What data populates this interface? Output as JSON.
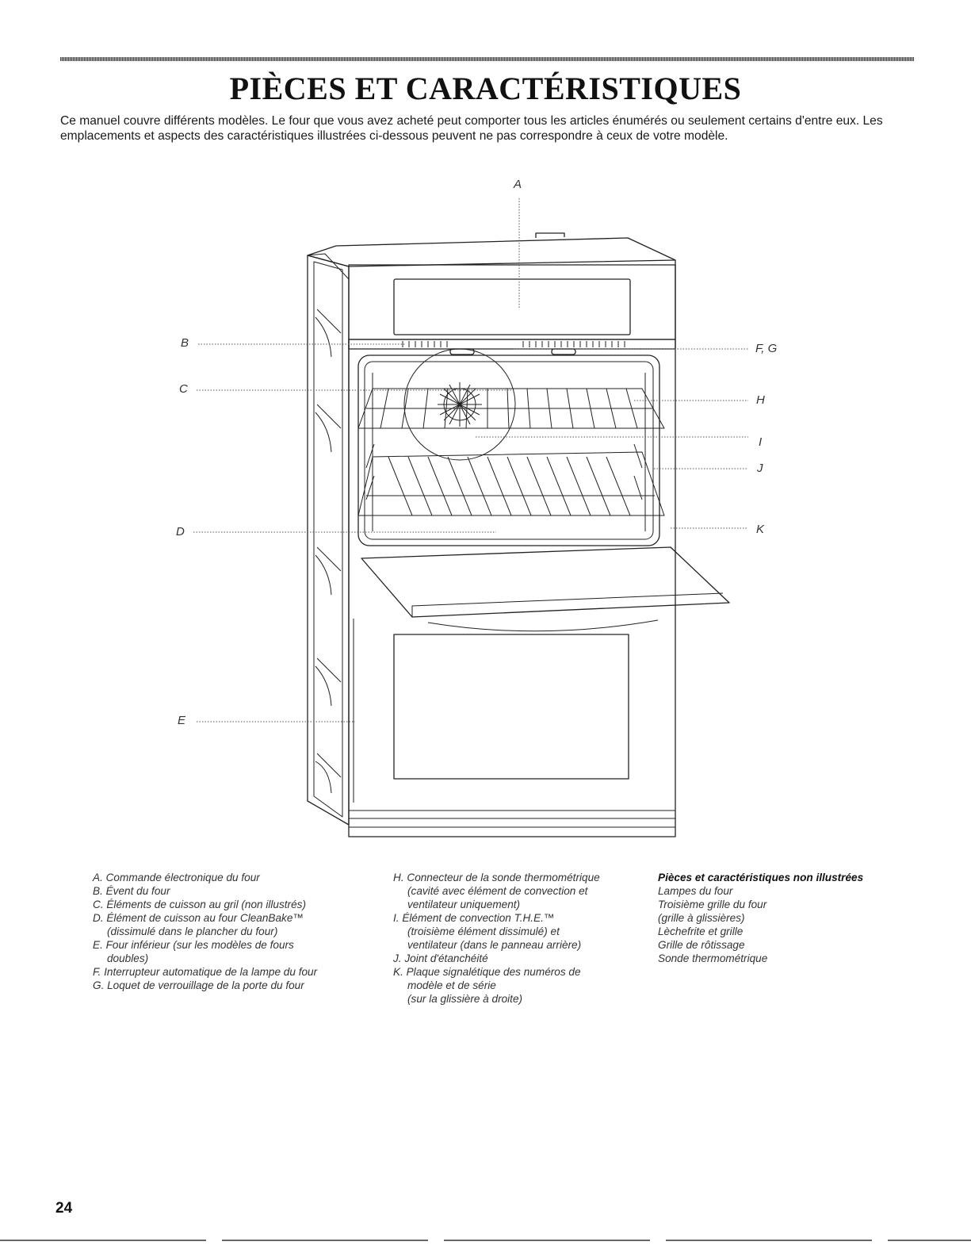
{
  "page": {
    "title": "PIÈCES ET CARACTÉRISTIQUES",
    "intro": "Ce manuel couvre différents modèles. Le four que vous avez acheté peut comporter tous les articles énumérés ou seulement certains d'entre eux. Les emplacements et aspects des caractéristiques illustrées ci-dessous peuvent ne pas correspondre à ceux de votre modèle.",
    "page_number": "24"
  },
  "diagram": {
    "callouts": {
      "a": "A",
      "b": "B",
      "c": "C",
      "d": "D",
      "e": "E",
      "fg": "F, G",
      "h": "H",
      "i": "I",
      "j": "J",
      "k": "K"
    }
  },
  "legend": {
    "column1": [
      {
        "label": "A. Commande électronique du four"
      },
      {
        "label": "B. Évent du four"
      },
      {
        "label": "C. Éléments de cuisson au gril (non illustrés)"
      },
      {
        "label": "D. Élément de cuisson au four CleanBake™",
        "cont": "(dissimulé dans le plancher du four)"
      },
      {
        "label": "E. Four inférieur (sur les modèles de fours",
        "cont": "doubles)"
      },
      {
        "label": "F. Interrupteur automatique de la lampe du four"
      },
      {
        "label": "G. Loquet de verrouillage de la porte du four"
      }
    ],
    "column2": [
      {
        "label": "H. Connecteur de la sonde thermométrique",
        "cont": "(cavité avec élément de convection et",
        "cont2": "ventilateur uniquement)"
      },
      {
        "label": "I. Élément de convection T.H.E.™",
        "cont": "(troisième élément dissimulé) et",
        "cont2": "ventilateur (dans le panneau arrière)"
      },
      {
        "label": "J. Joint d'étanchéité"
      },
      {
        "label": "K. Plaque signalétique des numéros de",
        "cont": "modèle et de série",
        "cont2": "(sur la glissière à droite)"
      }
    ],
    "column3": {
      "heading": "Pièces et caractéristiques non illustrées",
      "items": [
        {
          "label": "Lampes du four"
        },
        {
          "label": "Troisième grille du four",
          "cont": "(grille à glissières)"
        },
        {
          "label": "Lèchefrite et grille"
        },
        {
          "label": "Grille de rôtissage"
        },
        {
          "label": "Sonde thermométrique"
        }
      ]
    }
  }
}
